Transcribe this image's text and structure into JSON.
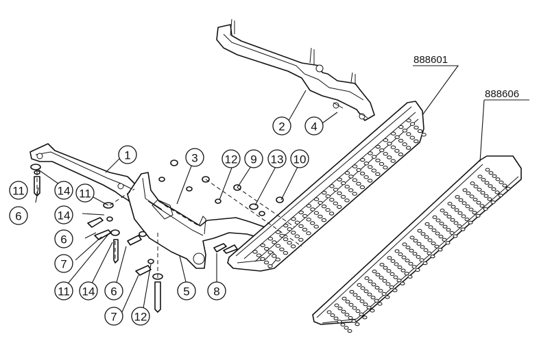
{
  "part_numbers": {
    "step_assembly": "888601",
    "step_pad": "888606"
  },
  "callouts": [
    "1",
    "2",
    "3",
    "4",
    "5",
    "6",
    "7",
    "8",
    "9",
    "10",
    "11",
    "12",
    "13",
    "14"
  ],
  "callout_instances": [
    {
      "label": "1"
    },
    {
      "label": "2"
    },
    {
      "label": "3"
    },
    {
      "label": "4"
    },
    {
      "label": "5"
    },
    {
      "label": "6"
    },
    {
      "label": "6"
    },
    {
      "label": "6"
    },
    {
      "label": "7"
    },
    {
      "label": "7"
    },
    {
      "label": "8"
    },
    {
      "label": "9"
    },
    {
      "label": "10"
    },
    {
      "label": "11"
    },
    {
      "label": "11"
    },
    {
      "label": "11"
    },
    {
      "label": "12"
    },
    {
      "label": "12"
    },
    {
      "label": "13"
    },
    {
      "label": "14"
    },
    {
      "label": "14"
    },
    {
      "label": "14"
    }
  ]
}
